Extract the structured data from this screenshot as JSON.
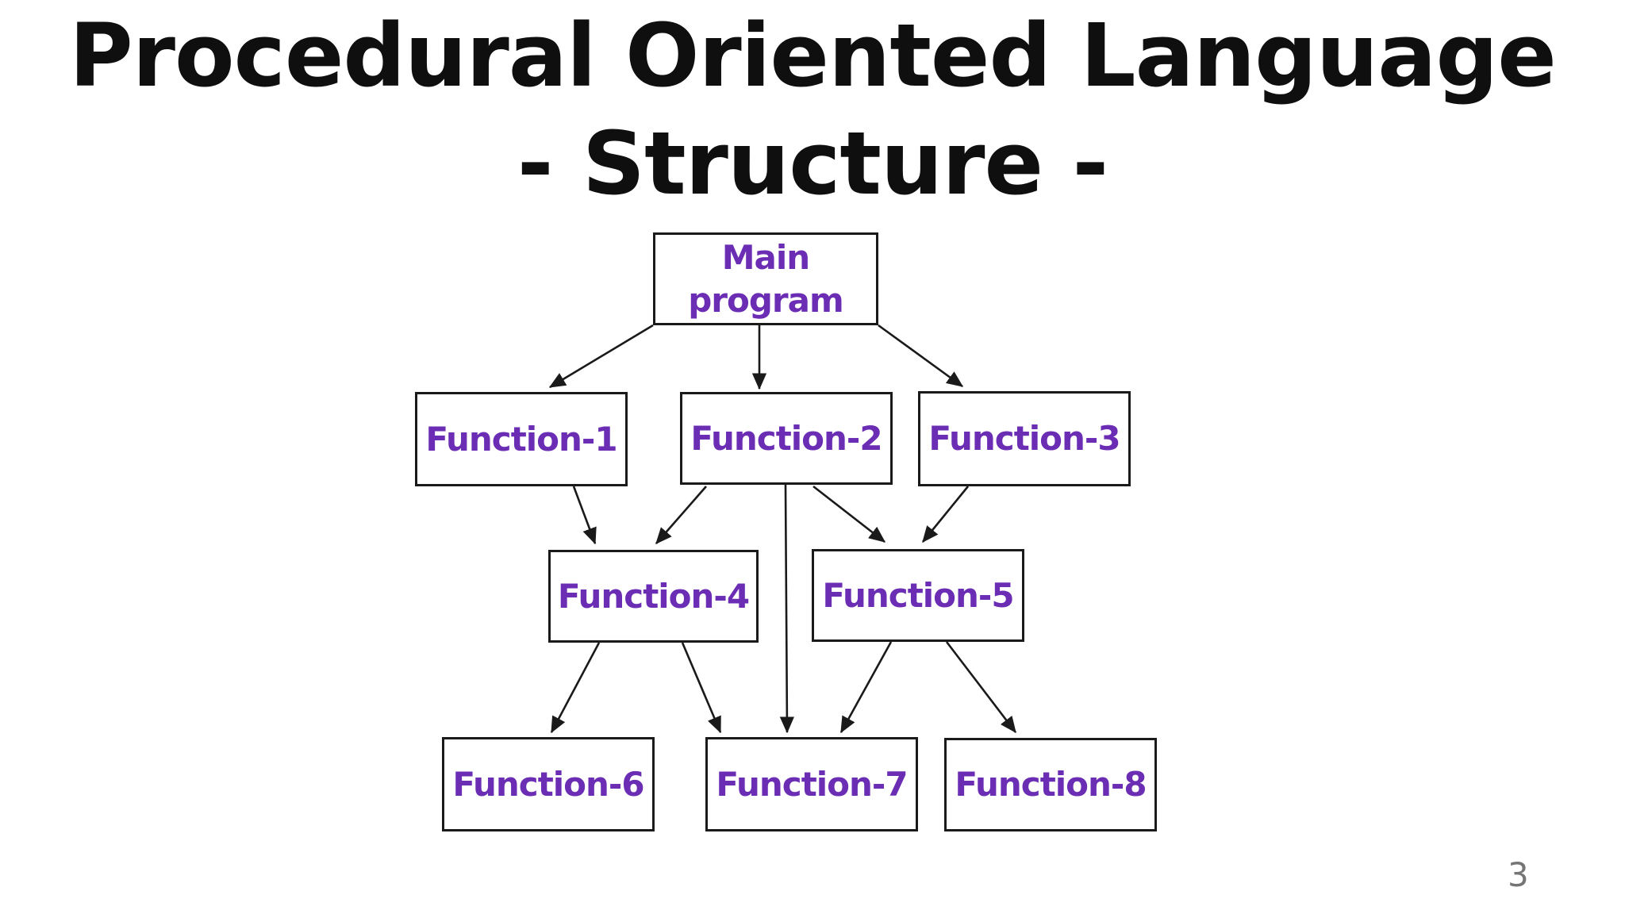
{
  "slide": {
    "title_line1": "Procedural Oriented Language",
    "title_line2": "- Structure -",
    "page_number": "3"
  },
  "colors": {
    "background": "#ffffff",
    "title_text": "#0f0f0f",
    "node_text_purple": "#6A2DB4",
    "node_border": "#1a1a1a",
    "arrow_line": "#1a1a1a",
    "page_number_gray": "#757575"
  },
  "diagram": {
    "nodes": [
      {
        "id": "main",
        "label": "Main\nprogram"
      },
      {
        "id": "f1",
        "label": "Function-1"
      },
      {
        "id": "f2",
        "label": "Function-2"
      },
      {
        "id": "f3",
        "label": "Function-3"
      },
      {
        "id": "f4",
        "label": "Function-4"
      },
      {
        "id": "f5",
        "label": "Function-5"
      },
      {
        "id": "f6",
        "label": "Function-6"
      },
      {
        "id": "f7",
        "label": "Function-7"
      },
      {
        "id": "f8",
        "label": "Function-8"
      }
    ],
    "edges": [
      {
        "from": "main",
        "to": "f1"
      },
      {
        "from": "main",
        "to": "f2"
      },
      {
        "from": "main",
        "to": "f3"
      },
      {
        "from": "f1",
        "to": "f4"
      },
      {
        "from": "f2",
        "to": "f4"
      },
      {
        "from": "f2",
        "to": "f5"
      },
      {
        "from": "f2",
        "to": "f7"
      },
      {
        "from": "f3",
        "to": "f5"
      },
      {
        "from": "f4",
        "to": "f6"
      },
      {
        "from": "f4",
        "to": "f7"
      },
      {
        "from": "f5",
        "to": "f7"
      },
      {
        "from": "f5",
        "to": "f8"
      }
    ]
  }
}
